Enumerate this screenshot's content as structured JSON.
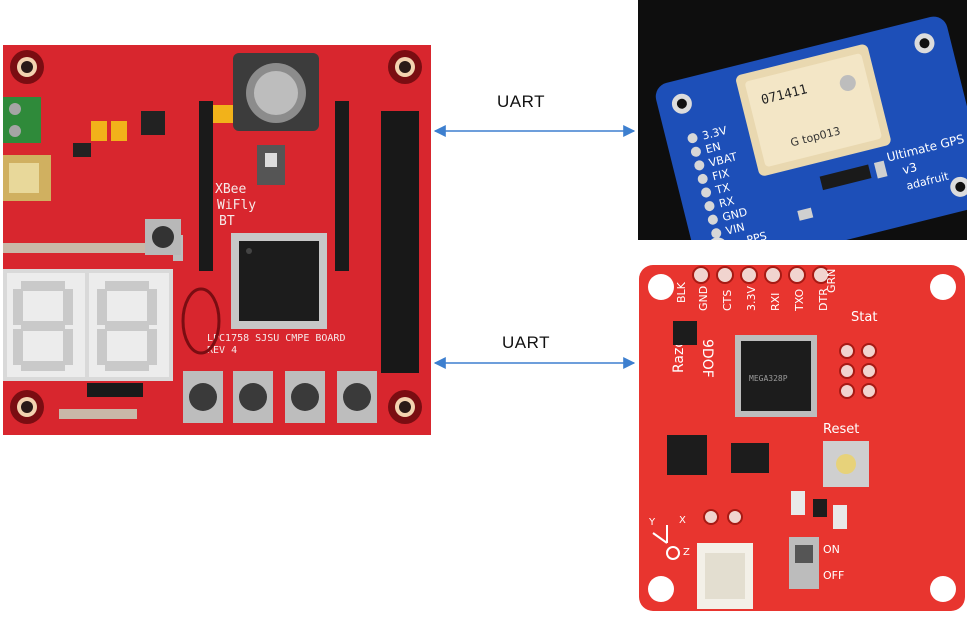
{
  "connections": [
    {
      "id": "board-gps",
      "label": "UART"
    },
    {
      "id": "board-imu",
      "label": "UART"
    }
  ],
  "board": {
    "title": "LPC1758 SJSU CMPE BOARD",
    "rev": "REV 4",
    "xbee_lines": [
      "XBee",
      "WiFly",
      "BT"
    ],
    "colors": {
      "pcb": "#d8262e",
      "dark_pcb": "#a3121a",
      "chip": "#1c1c1c"
    }
  },
  "gps": {
    "module_title": "Ultimate GPS Breakout",
    "version": "v3",
    "brand": "adafruit",
    "chip_id": "071411",
    "chip_model": "G top013",
    "pins": [
      "3.3V",
      "EN",
      "VBAT",
      "FIX",
      "TX",
      "RX",
      "GND",
      "VIN",
      "PPS"
    ],
    "colors": {
      "pcb": "#1d4fb8",
      "antenna": "#e9d8b0"
    }
  },
  "imu": {
    "title_line1": "9DOF",
    "title_line2": "Razor",
    "header_pins": [
      "BLK",
      "GND",
      "CTS",
      "3.3V",
      "RXI",
      "TXO",
      "DTR",
      "GRN"
    ],
    "stat_label": "Stat",
    "reset_label": "Reset",
    "on_label": "ON",
    "off_label": "OFF",
    "mcu_text": "MEGA328P",
    "axis_labels": [
      "X",
      "Y",
      "Z"
    ],
    "colors": {
      "pcb": "#e8352f",
      "connector": "#f3f0e8"
    }
  }
}
